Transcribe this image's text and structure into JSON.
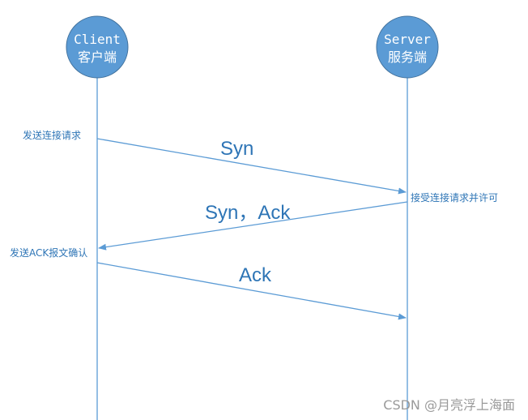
{
  "client": {
    "name": "Client",
    "name_cn": "客户端"
  },
  "server": {
    "name": "Server",
    "name_cn": "服务端"
  },
  "messages": [
    {
      "label": "Syn",
      "from": "client",
      "to": "server",
      "from_note": "发送连接请求",
      "to_note": "接受连接请求并许可"
    },
    {
      "label": "Syn，Ack",
      "from": "server",
      "to": "client",
      "to_note": "发送ACK报文确认"
    },
    {
      "label": "Ack",
      "from": "client",
      "to": "server"
    }
  ],
  "watermark": "CSDN @月亮浮上海面",
  "colors": {
    "node_fill": "#5b9bd5",
    "line": "#5b9bd5",
    "text": "#2e75b6"
  }
}
